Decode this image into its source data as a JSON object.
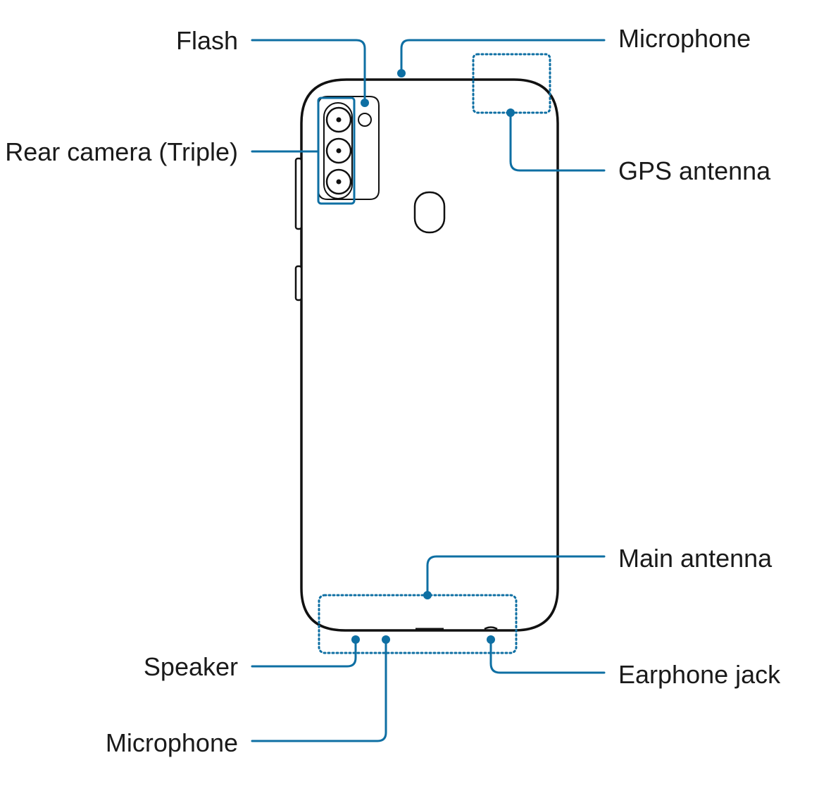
{
  "labels": {
    "flash": "Flash",
    "microphone_top": "Microphone",
    "rear_camera": "Rear camera (Triple)",
    "gps_antenna": "GPS antenna",
    "main_antenna": "Main antenna",
    "speaker": "Speaker",
    "earphone_jack": "Earphone jack",
    "microphone_bottom": "Microphone"
  },
  "colors": {
    "callout": "#0e6fa3",
    "outline": "#111111",
    "text": "#1a1a1a"
  }
}
